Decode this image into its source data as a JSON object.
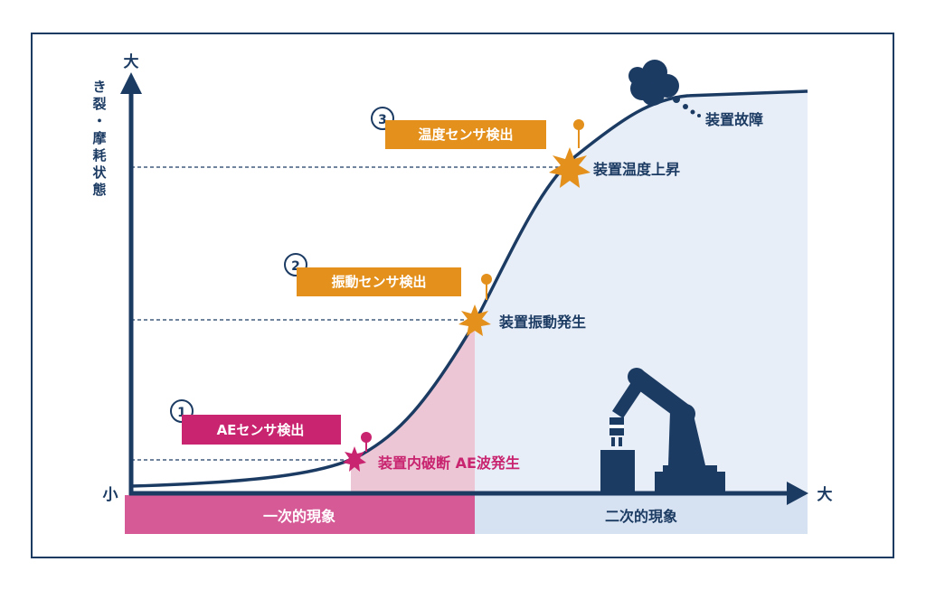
{
  "axes": {
    "y_label_chars": [
      "き",
      "裂",
      "・",
      "摩",
      "耗",
      "状",
      "態"
    ],
    "y_max": "大",
    "origin": "小",
    "x_max": "大"
  },
  "phases": {
    "primary": "一次的現象",
    "secondary": "二次的現象"
  },
  "detections": [
    {
      "number": "1",
      "label": "AEセンサ検出"
    },
    {
      "number": "2",
      "label": "振動センサ検出"
    },
    {
      "number": "3",
      "label": "温度センサ検出"
    }
  ],
  "events": {
    "e1": "装置内破断 AE波発生",
    "e2": "装置振動発生",
    "e3": "装置温度上昇",
    "failure": "装置故障"
  },
  "colors": {
    "navy": "#1c3b63",
    "magenta": "#c8246f",
    "magenta_band": "#d65a96",
    "pink_area": "#ecc6d5",
    "orange": "#e3901c",
    "light_blue_area": "#e8eef7",
    "light_blue_band": "#d6e1f1"
  },
  "icons": [
    "explosion-cloud-icon",
    "robot-arm-icon",
    "pin-icon",
    "starburst-icon"
  ]
}
